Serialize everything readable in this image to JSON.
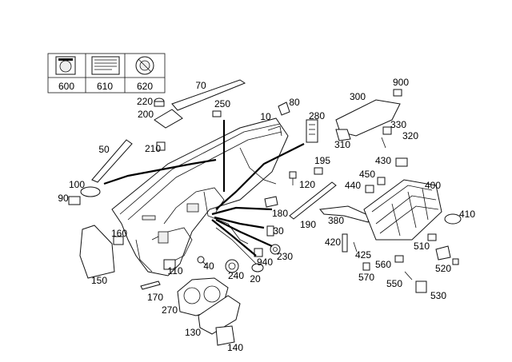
{
  "diagram": {
    "legend_box": {
      "items": [
        {
          "label": "600",
          "icon": "round-sticker-icon"
        },
        {
          "label": "610",
          "icon": "document-label-icon"
        },
        {
          "label": "620",
          "icon": "airbag-warning-icon"
        }
      ]
    },
    "part_labels": [
      "70",
      "220",
      "250",
      "200",
      "80",
      "10",
      "280",
      "300",
      "900",
      "330",
      "310",
      "320",
      "50",
      "210",
      "195",
      "430",
      "450",
      "440",
      "120",
      "400",
      "100",
      "90",
      "180",
      "190",
      "380",
      "410",
      "30",
      "160",
      "420",
      "510",
      "425",
      "230",
      "940",
      "560",
      "520",
      "110",
      "40",
      "150",
      "240",
      "20",
      "570",
      "550",
      "530",
      "170",
      "270",
      "130",
      "140"
    ]
  }
}
